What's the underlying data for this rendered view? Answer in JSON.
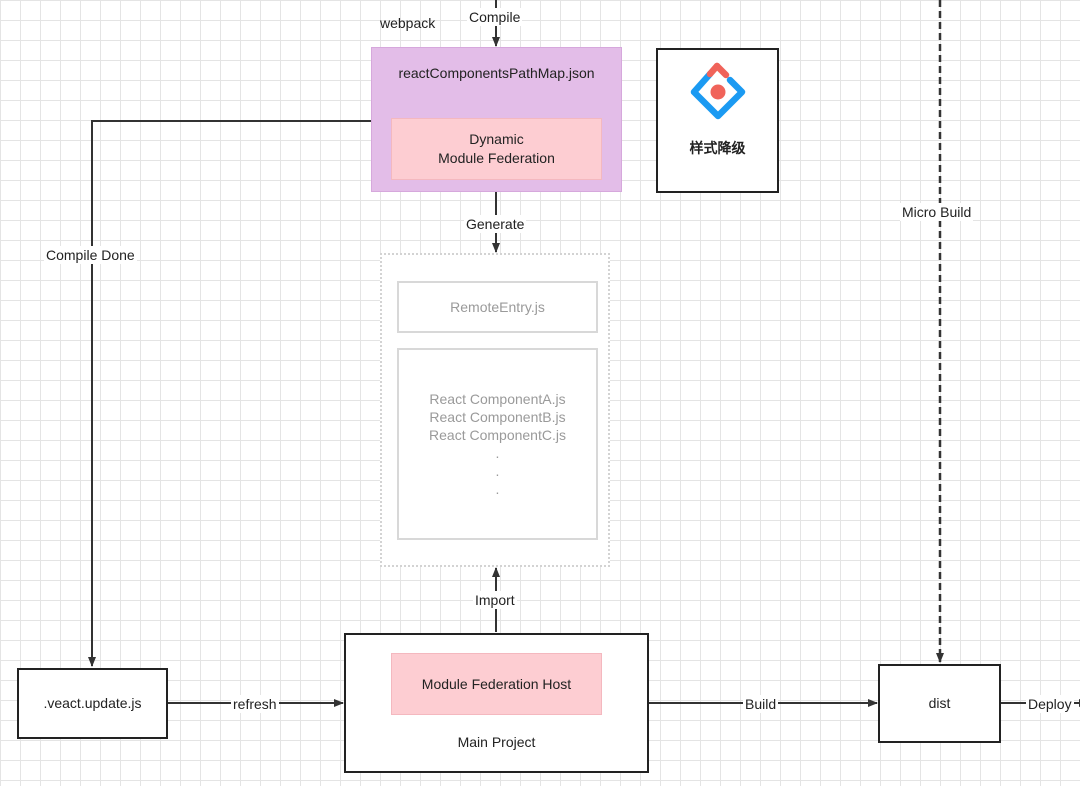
{
  "labels": {
    "compile": "Compile",
    "webpack": "webpack",
    "generate": "Generate",
    "compile_done": "Compile Done",
    "micro_build": "Micro Build",
    "import": "Import",
    "refresh": "refresh",
    "build": "Build",
    "deploy": "Deploy"
  },
  "nodes": {
    "path_map": "reactComponentsPathMap.json",
    "dmf_line1": "Dynamic",
    "dmf_line2": "Module Federation",
    "style_downgrade": "样式降级",
    "remote_entry": "RemoteEntry.js",
    "components": [
      "React ComponentA.js",
      "React ComponentB.js",
      "React ComponentC.js",
      ".",
      ".",
      "."
    ],
    "update_js": ".veact.update.js",
    "mf_host": "Module Federation Host",
    "main_project": "Main Project",
    "dist": "dist"
  },
  "icons": {
    "brand": "ant-design-logo-icon"
  },
  "colors": {
    "webpack_box": "#e3bde8",
    "webpack_border": "#d6a8dc",
    "pink_box": "#fdcdd2",
    "pink_border": "#f4b8bf",
    "line": "#333333",
    "logo_blue": "#1b9af2",
    "logo_red": "#f0635a"
  }
}
